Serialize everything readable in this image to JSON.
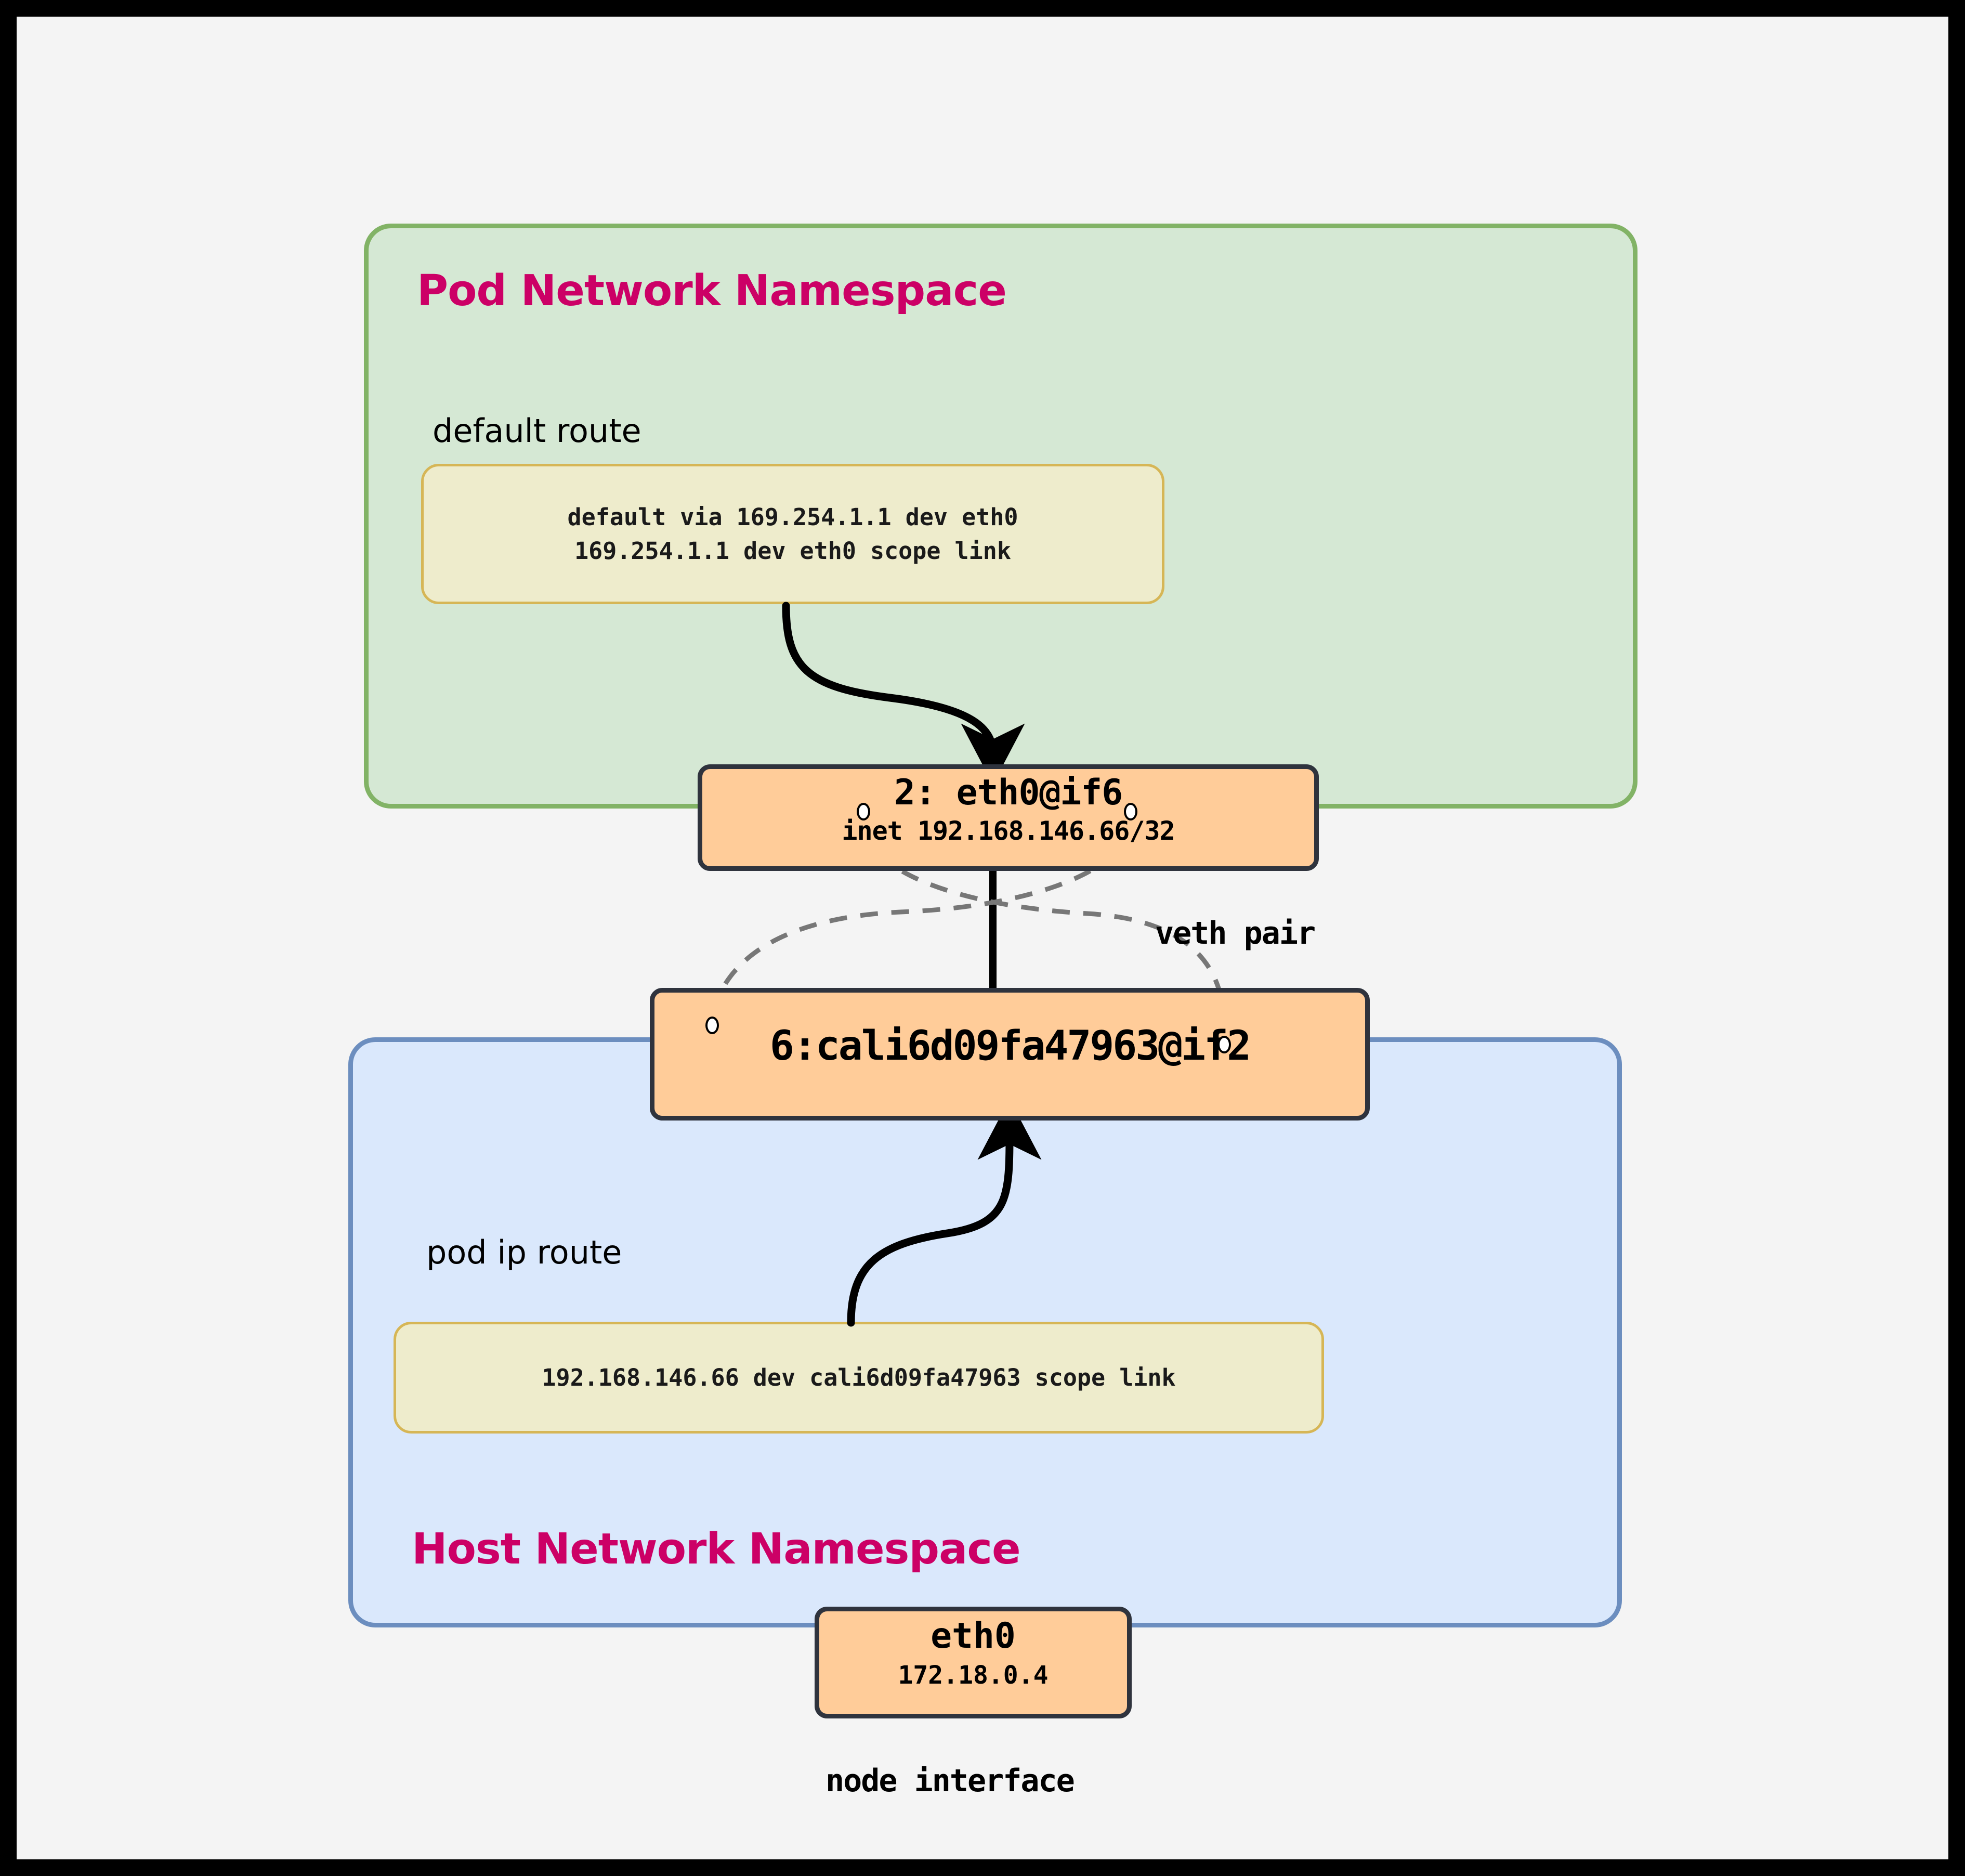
{
  "diagram": {
    "pod_namespace": {
      "title": "Pod Network Namespace",
      "route_label": "default route",
      "route_lines": [
        "default via 169.254.1.1 dev eth0",
        "169.254.1.1 dev eth0 scope link"
      ],
      "interface": {
        "name": "2: eth0@if6",
        "inet": "inet 192.168.146.66/32"
      }
    },
    "host_namespace": {
      "title": "Host Network Namespace",
      "route_label": "pod ip route",
      "route_lines": [
        "192.168.146.66 dev cali6d09fa47963 scope link"
      ],
      "interface": {
        "name": "6:cali6d09fa47963@if2"
      }
    },
    "veth_label": "veth pair",
    "node_interface": {
      "name": "eth0",
      "ip": "172.18.0.4",
      "caption": "node interface"
    },
    "colors": {
      "pod_fill": "#d5e8d4",
      "pod_border": "#82b366",
      "host_fill": "#dae8fc",
      "host_border": "#6c8ebf",
      "interface_fill": "#ffcc99",
      "interface_border": "#2f333d",
      "route_fill": "#eeeccc",
      "route_border": "#d6b656",
      "title_color": "#cc0066",
      "canvas": "#f4f4f4",
      "frame": "#000000"
    }
  }
}
